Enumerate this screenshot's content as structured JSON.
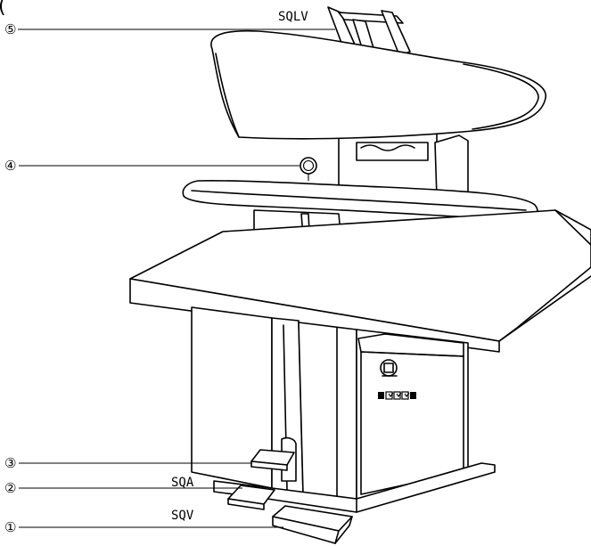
{
  "header_fragment": "(",
  "callouts": [
    {
      "number": "⑤",
      "label": "SQLV"
    },
    {
      "number": "④",
      "label": ""
    },
    {
      "number": "③",
      "label": ""
    },
    {
      "number": "②",
      "label": "SQA"
    },
    {
      "number": "①",
      "label": "SQV"
    }
  ]
}
